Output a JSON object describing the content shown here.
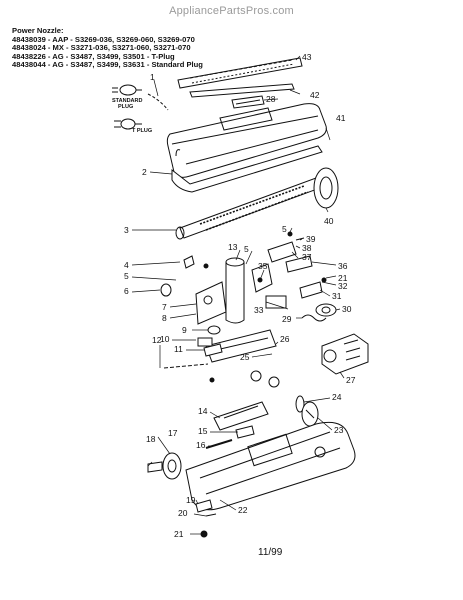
{
  "watermark": "AppliancePartsPros.com",
  "header_lines": [
    "Power Nozzle:",
    "48438039 - AAP - S3269-036, S3269-060, S3269-070",
    "48438024 - MX - S3271-036, S3271-060, S3271-070",
    "48438226 - AG - S3487, S3499, S3501 - T-Plug",
    "48438044 - AG - S3487, S3499, S3631 - Standard Plug"
  ],
  "plug_labels": {
    "standard_line1": "STANDARD",
    "standard_line2": "PLUG",
    "t_plug": "T PLUG"
  },
  "callouts": [
    "1",
    "2",
    "3",
    "4",
    "5",
    "5",
    "5",
    "6",
    "7",
    "8",
    "9",
    "10",
    "11",
    "12",
    "13",
    "14",
    "15",
    "16",
    "17",
    "18",
    "19",
    "20",
    "21",
    "21",
    "22",
    "23",
    "24",
    "25",
    "26",
    "27",
    "28",
    "29",
    "30",
    "31",
    "32",
    "33",
    "35",
    "36",
    "37",
    "38",
    "39",
    "40",
    "41",
    "42",
    "43"
  ],
  "footer": "11/99"
}
